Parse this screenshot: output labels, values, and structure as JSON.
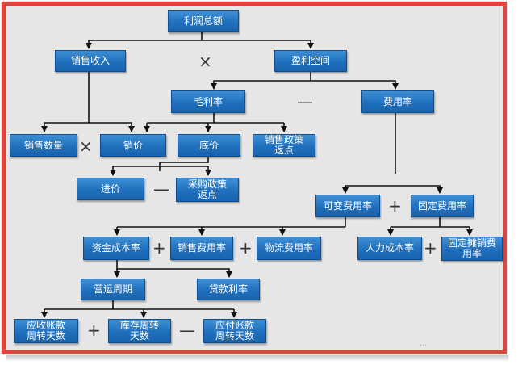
{
  "nodes": {
    "total_profit": "利润总额",
    "sales_revenue": "销售收入",
    "profit_space": "盈利空间",
    "gross_margin": "毛利率",
    "expense_rate": "费用率",
    "sales_qty": "销售数量",
    "sale_price": "销价",
    "base_price": "底价",
    "sales_policy_rebate": "销售政策\n返点",
    "purchase_price": "进价",
    "purchase_policy_rebate": "采购政策\n返点",
    "variable_expense_rate": "可变费用率",
    "fixed_expense_rate": "固定费用率",
    "capital_cost_rate": "资金成本率",
    "selling_expense_rate": "销售费用率",
    "logistics_expense_rate": "物流费用率",
    "labor_cost_rate": "人力成本率",
    "fixed_amortized_selling_rate": "固定摊销费\n用率",
    "operating_cycle": "营运周期",
    "loan_rate": "贷款利率",
    "ar_turnover_days": "应收账款\n周转天数",
    "inventory_turnover_days": "库存周转\n天数",
    "ap_turnover_days": "应付账款\n周转天数"
  },
  "operators": {
    "multiply": "×",
    "minus": "—",
    "plus": "+"
  },
  "watermark": "…",
  "colors": {
    "border": "#d9473f",
    "node_fill": "#1f6fbd",
    "background": "#e6e6e6"
  }
}
